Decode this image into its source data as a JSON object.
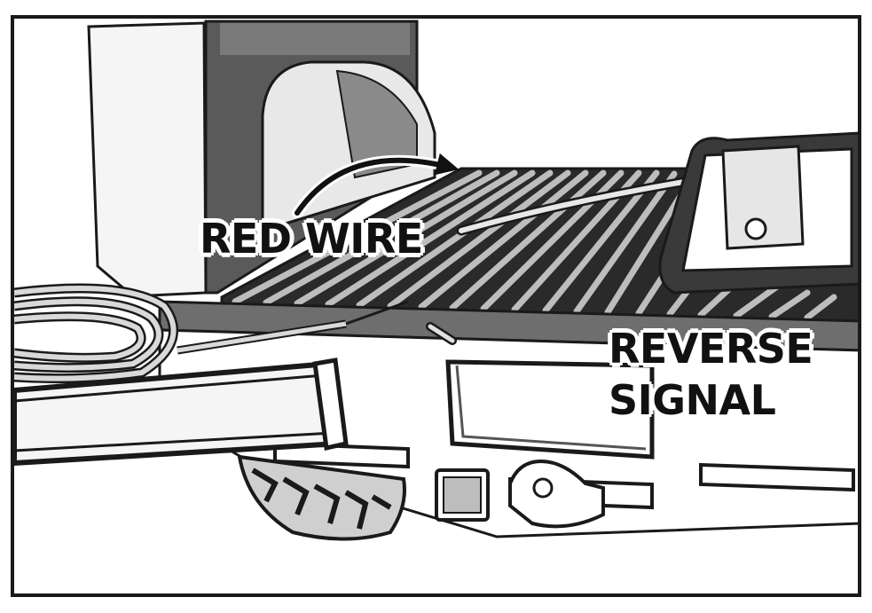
{
  "labels": {
    "red_wire": "RED WIRE",
    "reverse_line1": "REVERSE",
    "reverse_line2": "SIGNAL"
  },
  "colors": {
    "outline": "#1a1a1a",
    "dark_fill": "#4a4a4a",
    "mid_fill": "#8c8c8c",
    "light_fill": "#d8d8d8",
    "background": "#ffffff"
  }
}
